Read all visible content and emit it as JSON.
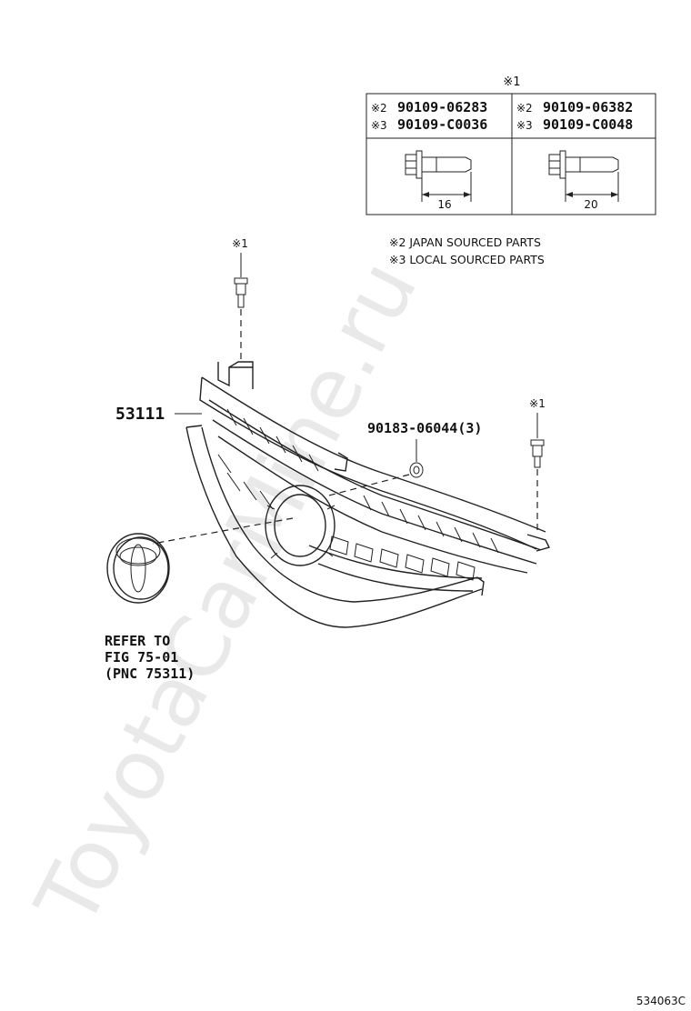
{
  "watermark": "ToyotaCarMine.ru",
  "bolt_table": {
    "header": "※1",
    "col1": {
      "code2_mark": "※2",
      "code2": "90109-06283",
      "code3_mark": "※3",
      "code3": "90109-C0036",
      "length": "16"
    },
    "col2": {
      "code2_mark": "※2",
      "code2": "90109-06382",
      "code3_mark": "※3",
      "code3": "90109-C0048",
      "length": "20"
    }
  },
  "notes": {
    "note2": "※2 JAPAN SOURCED PARTS",
    "note3": "※3 LOCAL SOURCED PARTS"
  },
  "callouts": {
    "bolt_left": "※1",
    "bolt_right": "※1",
    "grille": "53111",
    "clip": "90183-06044(3)",
    "refer_line1": "REFER TO",
    "refer_line2": "FIG 75-01",
    "refer_line3": "(PNC 75311)"
  },
  "figure_id": "534063C"
}
